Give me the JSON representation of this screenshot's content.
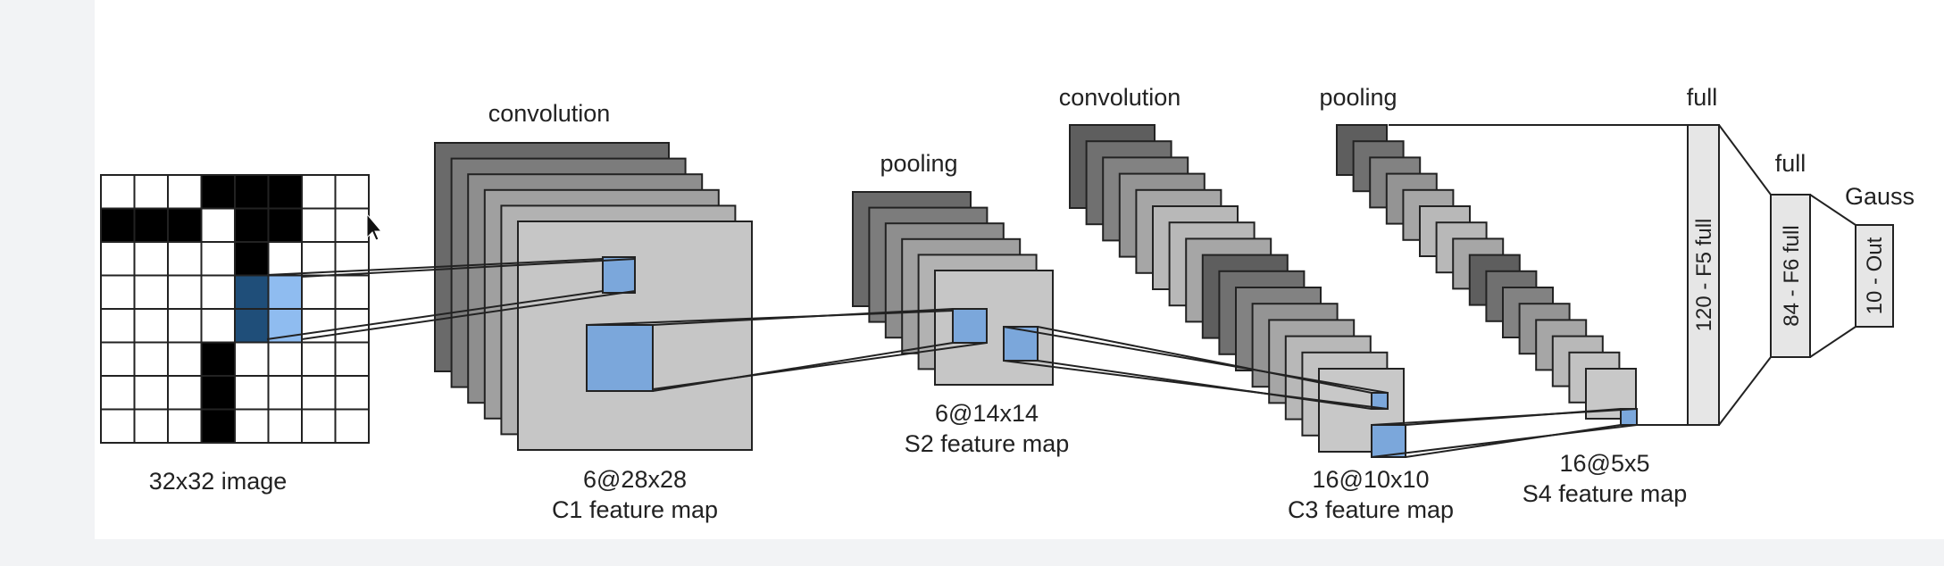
{
  "diagram": {
    "input_label": "32x32 image",
    "c1_label_line1": "6@28x28",
    "c1_label_line2": "C1 feature map",
    "s2_label_line1": "6@14x14",
    "s2_label_line2": "S2 feature map",
    "c3_label_line1": "16@10x10",
    "c3_label_line2": "C3 feature map",
    "s4_label_line1": "16@5x5",
    "s4_label_line2": "S4 feature map",
    "conv1": "convolution",
    "pool1": "pooling",
    "conv2": "convolution",
    "pool2": "pooling",
    "full1": "full",
    "full2": "full",
    "gauss": "Gauss",
    "f5": "120 - F5 full",
    "f6": "84 - F6 full",
    "out": "10 - Out"
  },
  "colors": {
    "highlight": "#7ba7db",
    "highlight_dark": "#1f4e79",
    "layer_light": "#c8c8c8",
    "layer_dark": "#5a5a5a"
  }
}
